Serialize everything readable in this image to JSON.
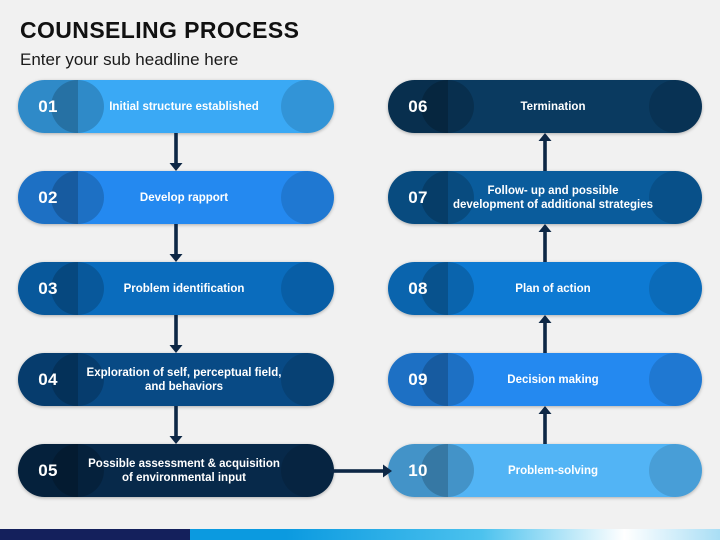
{
  "header": {
    "title": "COUNSELING PROCESS",
    "subtitle": "Enter your sub headline here"
  },
  "colors": {
    "background": "#f1f1f1",
    "arrow": "#0d2745",
    "bar_navy": "#14205c",
    "bar_blue": "#0b9ae0",
    "bar_light": "#ffffff",
    "text_light": "#ffffff",
    "title_color": "#111111"
  },
  "left_column": [
    {
      "number": "01",
      "label": "Initial structure established",
      "color": "#3aa9f5"
    },
    {
      "number": "02",
      "label": "Develop rapport",
      "color": "#2489f0"
    },
    {
      "number": "03",
      "label": "Problem identification",
      "color": "#0a6cbd"
    },
    {
      "number": "04",
      "label": "Exploration of self, perceptual field, and behaviors",
      "color": "#084a85"
    },
    {
      "number": "05",
      "label": "Possible assessment & acquisition of environmental input",
      "color": "#07294a"
    }
  ],
  "right_column": [
    {
      "number": "06",
      "label": "Termination",
      "color": "#0a3a60"
    },
    {
      "number": "07",
      "label": "Follow- up and possible development of additional strategies",
      "color": "#0a5c9c"
    },
    {
      "number": "08",
      "label": "Plan of action",
      "color": "#0d7ad3"
    },
    {
      "number": "09",
      "label": "Decision making",
      "color": "#2489f0"
    },
    {
      "number": "10",
      "label": "Problem-solving",
      "color": "#52b4f5"
    }
  ],
  "connectors": [
    {
      "name": "arrow-01-to-02",
      "direction": "down"
    },
    {
      "name": "arrow-02-to-03",
      "direction": "down"
    },
    {
      "name": "arrow-03-to-04",
      "direction": "down"
    },
    {
      "name": "arrow-04-to-05",
      "direction": "down"
    },
    {
      "name": "arrow-05-to-10",
      "direction": "right"
    },
    {
      "name": "arrow-10-to-09",
      "direction": "up"
    },
    {
      "name": "arrow-09-to-08",
      "direction": "up"
    },
    {
      "name": "arrow-08-to-07",
      "direction": "up"
    },
    {
      "name": "arrow-07-to-06",
      "direction": "up"
    }
  ]
}
